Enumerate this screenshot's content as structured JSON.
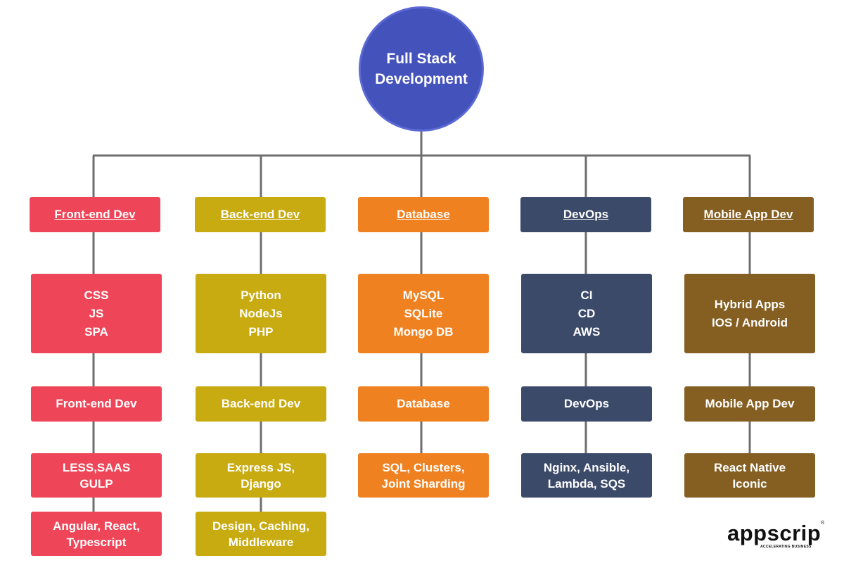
{
  "root": {
    "lines": [
      "Full Stack",
      "Development"
    ]
  },
  "columns": [
    {
      "header": "Front-end Dev",
      "stack": [
        "CSS",
        "JS",
        "SPA"
      ],
      "sub": "Front-end Dev",
      "tools": [
        "LESS,SAAS",
        "GULP"
      ],
      "frameworks": [
        "Angular, React,",
        "Typescript"
      ]
    },
    {
      "header": "Back-end Dev",
      "stack": [
        "Python",
        "NodeJs",
        "PHP"
      ],
      "sub": "Back-end Dev",
      "tools": [
        "Express JS,",
        "Django"
      ],
      "frameworks": [
        "Design, Caching,",
        "Middleware"
      ]
    },
    {
      "header": "Database",
      "stack": [
        "MySQL",
        "SQLite",
        "Mongo DB"
      ],
      "sub": "Database",
      "tools": [
        "SQL, Clusters,",
        "Joint Sharding"
      ]
    },
    {
      "header": "DevOps",
      "stack": [
        "CI",
        "CD",
        "AWS"
      ],
      "sub": "DevOps",
      "tools": [
        "Nginx, Ansible,",
        "Lambda, SQS"
      ]
    },
    {
      "header": "Mobile App Dev",
      "stack": [
        "Hybrid Apps",
        "IOS / Android"
      ],
      "sub": "Mobile App Dev",
      "tools": [
        "React Native",
        "Iconic"
      ]
    }
  ],
  "colors": {
    "root": "#4452BB",
    "front_end": "#EE4658",
    "back_end": "#C8AA11",
    "database": "#F08121",
    "devops": "#3C4A6A",
    "mobile": "#855F22",
    "connector": "#6E6E6E"
  },
  "logo": {
    "name": "appscrip",
    "tagline": "ACCELERATING BUSINESS",
    "mark": "®"
  }
}
